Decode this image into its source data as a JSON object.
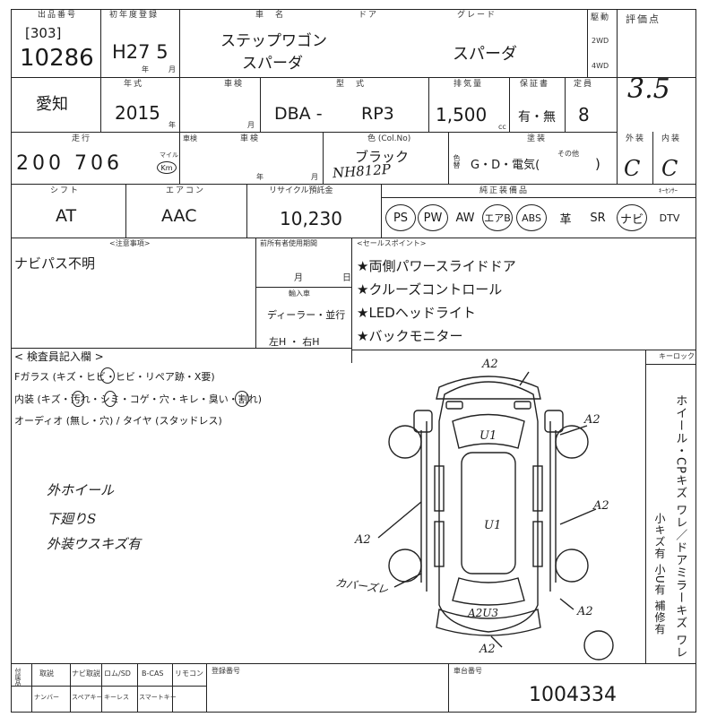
{
  "header": {
    "lot_label": "出品番号",
    "lot_prefix": "[303]",
    "lot_number": "10286",
    "first_reg_label": "初年度登録",
    "first_reg": "H27 5",
    "car_name_label": "車　名",
    "car_name_line1": "ステップワゴン",
    "car_name_line2": "スパーダ",
    "door_label": "ドア",
    "grade_label": "グレード",
    "grade": "スパーダ",
    "drive_label": "駆動",
    "drive_2wd": "2WD",
    "drive_4wd": "4WD",
    "score_label": "評価点",
    "score": "3.5"
  },
  "row2": {
    "region": "愛知",
    "model_year_label": "年式",
    "model_year": "2015",
    "inspection_label": "車検",
    "type_label": "型　式",
    "type_prefix": "DBA -",
    "type_code": "RP3",
    "displacement_label": "排気量",
    "displacement": "1,500",
    "displacement_unit": "cc",
    "recycle_label": "保証書",
    "recycle_value": "有・無",
    "capacity_label": "定員",
    "capacity": "8"
  },
  "row3": {
    "mileage_label": "走行",
    "mileage": "200 706",
    "mileage_unit": "Km",
    "mileage_unit_alt": "マイル",
    "shaken_label": "車検",
    "month_label": "月",
    "color_label": "色 (Col.No)",
    "color_name": "ブラック",
    "color_code": "NH812P",
    "paint_label": "塗装",
    "paint_options": "G・D・電気(",
    "paint_other": "その他",
    "paint_close": ")",
    "exterior_label": "外装",
    "exterior": "C",
    "interior_label": "内装",
    "interior": "C"
  },
  "row4": {
    "shift_label": "シフト",
    "shift": "AT",
    "ac_label": "エアコン",
    "ac": "AAC",
    "recycle_fee_label": "リサイクル預託金",
    "recycle_fee": "10,230",
    "equipment_label": "純正装備品",
    "equipment": [
      "PS",
      "PW",
      "AW",
      "エアB",
      "ABS",
      "革",
      "SR",
      "ナビ",
      "DTV"
    ],
    "equipment_circled": [
      true,
      true,
      false,
      true,
      true,
      false,
      false,
      true,
      false
    ]
  },
  "notes": {
    "caution_label": "<注意事項>",
    "caution_text": "ナビパス不明",
    "history_label": "前所有者使用期間",
    "month_label": "月",
    "day_label": "日",
    "import_label": "輸入車",
    "import_dealer": "ディーラー・並行",
    "import_handle": "左H ・ 右H",
    "sales_label": "<セールスポイント>",
    "sales_points": [
      "★両側パワースライドドア",
      "★クルーズコントロール",
      "★LEDヘッドライト",
      "★バックモニター"
    ]
  },
  "inspector": {
    "label": "< 検査員記入欄 >",
    "glass": "Fガラス (キズ・ヒビ・ヒビ・リペア跡・X要)",
    "interior": "内装 (キズ・汚れ・シミ・コゲ・穴・キレ・臭い・割れ)",
    "audio": "オーディオ (無し・穴) / タイヤ (スタッドレス)",
    "handwritten": [
      "外ホイール",
      "下廻りS",
      "外装ウスキズ有"
    ]
  },
  "diagram": {
    "marks": {
      "front": "A2",
      "front_right": "A2",
      "roof": "U1",
      "body": "U1",
      "left": "A2",
      "right": "A2",
      "rear": "A2U3",
      "rear_right": "A2",
      "bottom": "A2"
    },
    "carbox": "カバーズレ",
    "keylock_label": "キーロック"
  },
  "right_notes": {
    "col1": "ホイール・CPキズ ワレ／ドアミラーキズ ワレ",
    "col2": "小キズ有 小U有 補修有"
  },
  "footer": {
    "labels": [
      "取説",
      "ナビ取説",
      "ロム/SD",
      "B-CAS",
      "リモコン"
    ],
    "labels2": [
      "ナンバー",
      "スペアキー",
      "キーレス",
      "スマートキー"
    ],
    "reg_number_label": "登録番号",
    "frame_label": "車台番号",
    "frame_number": "1004334"
  }
}
